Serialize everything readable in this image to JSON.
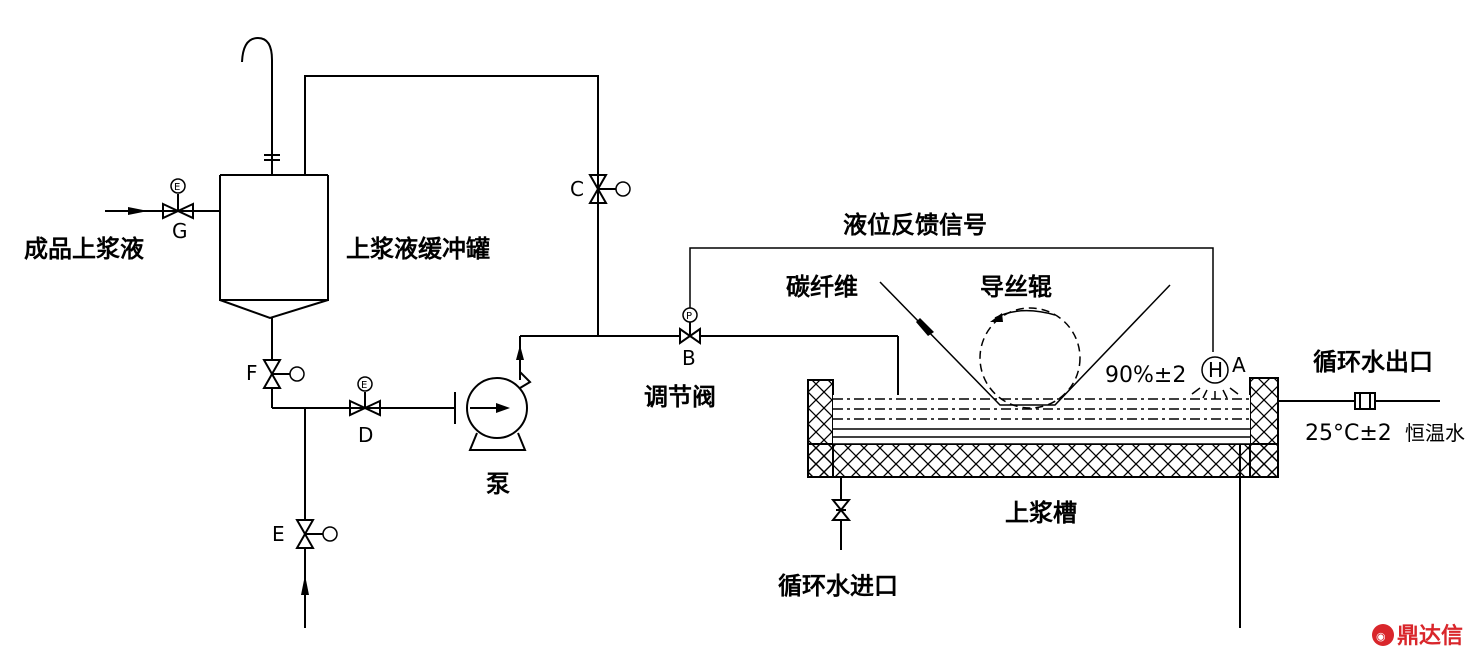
{
  "labels": {
    "finished_slurry": "成品上浆液",
    "buffer_tank": "上浆液缓冲罐",
    "pump": "泵",
    "regulating_valve": "调节阀",
    "level_feedback": "液位反馈信号",
    "carbon_fiber": "碳纤维",
    "guide_roller": "导丝辊",
    "sizing_tank": "上浆槽",
    "water_inlet": "循环水进口",
    "water_outlet": "循环水出口",
    "level_setting": "90%±2",
    "water_temp": "25°C±2",
    "water_temp_suffix": "恒温水"
  },
  "valves": {
    "a": "A",
    "b": "B",
    "c": "C",
    "d": "D",
    "e": "E",
    "f": "F",
    "g": "G"
  },
  "instruments": {
    "level_sensor": "H",
    "electric": "E",
    "pneumatic": "P"
  },
  "watermark": "鼎达信"
}
